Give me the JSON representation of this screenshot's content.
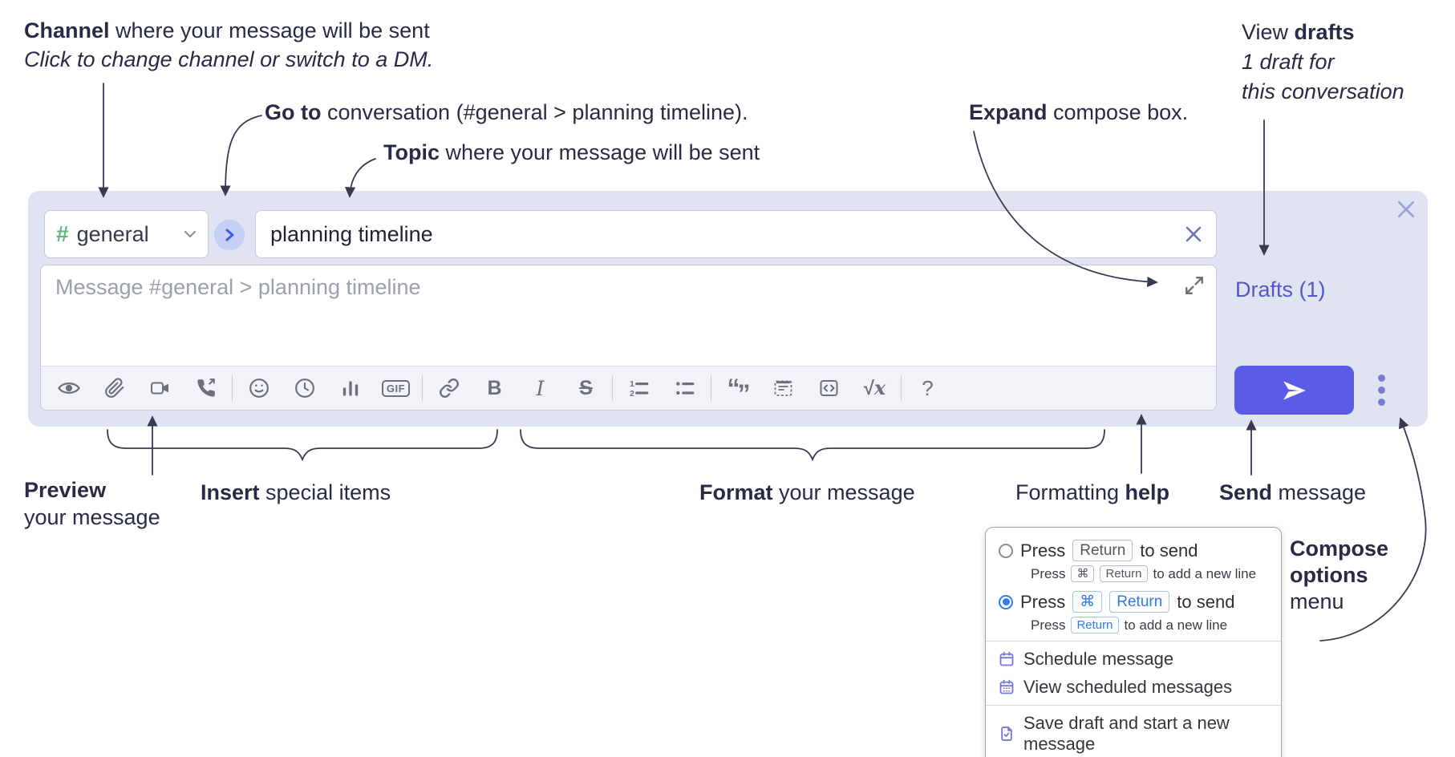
{
  "annotations": {
    "channel": {
      "bold": "Channel",
      "rest": " where your message will be sent",
      "sub": "Click to change channel or switch to a DM."
    },
    "go_to": {
      "bold": "Go to",
      "rest": " conversation (#general > planning timeline)."
    },
    "topic": {
      "bold": "Topic",
      "rest": " where your message will be sent"
    },
    "expand": {
      "bold": "Expand",
      "rest": " compose box."
    },
    "view_drafts": {
      "pre": "View ",
      "bold": "drafts",
      "line2": "1 draft for",
      "line3": "this conversation"
    },
    "preview": {
      "bold": "Preview",
      "line2": "your message"
    },
    "insert": {
      "bold": "Insert",
      "rest": " special items"
    },
    "format": {
      "bold": "Format",
      "rest": " your message"
    },
    "formatting_help": {
      "pre": "Formatting ",
      "bold": "help"
    },
    "send": {
      "bold": "Send",
      "rest": " message"
    },
    "compose_options": {
      "line1": "Compose",
      "line2": "options",
      "line3": "menu"
    }
  },
  "compose": {
    "channel_hash": "#",
    "channel_name": "general",
    "topic_value": "planning timeline",
    "message_placeholder": "Message #general > planning timeline",
    "drafts_label": "Drafts (1)",
    "toolbar_icons": [
      "preview-eye",
      "attach-paperclip",
      "video-call",
      "voice-call",
      "emoji",
      "schedule-clock",
      "poll",
      "gif",
      "link",
      "bold",
      "italic",
      "strikethrough",
      "numbered-list",
      "bulleted-list",
      "quote",
      "spoiler",
      "code",
      "math",
      "help"
    ],
    "gif_label": "GIF",
    "bold_label": "B",
    "italic_label": "I",
    "strike_label": "S",
    "quote_open": "“",
    "quote_close": "”",
    "math_sqrt": "√",
    "math_var": "x",
    "help_label": "?"
  },
  "options_menu": {
    "option1": {
      "press": "Press",
      "key1": "Return",
      "suffix": "to send",
      "sub_press": "Press",
      "sub_key1": "⌘",
      "sub_key2": "Return",
      "sub_suffix": "to add a new line"
    },
    "option2": {
      "press": "Press",
      "key1": "⌘",
      "key2": "Return",
      "suffix": "to send",
      "sub_press": "Press",
      "sub_key1": "Return",
      "sub_suffix": "to add a new line"
    },
    "items": [
      {
        "label": "Schedule message"
      },
      {
        "label": "View scheduled messages"
      },
      {
        "label": "Save draft and start a new message"
      }
    ]
  },
  "colors": {
    "compose_bg": "#e0e3f2",
    "send_button": "#5b5ce5",
    "drafts_link": "#5558c2",
    "hash_green": "#62b878",
    "goto_circle_bg": "#c6cff5",
    "goto_chevron": "#3e5cd8",
    "radio_selected": "#2e7cf0",
    "menu_icon_purple": "#7679d6",
    "toolbar_icon_gray": "#6e717c",
    "annotation_ink": "#272b45"
  }
}
